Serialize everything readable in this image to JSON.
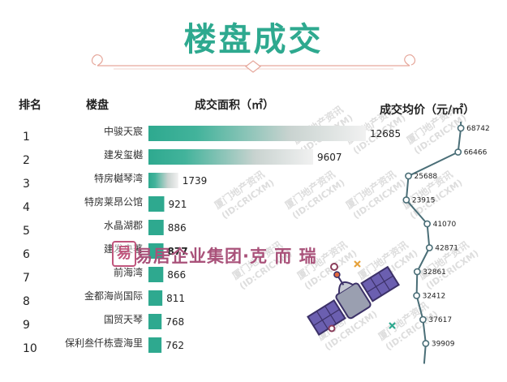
{
  "page_title": "楼盘成交",
  "headers": {
    "rank": "排名",
    "project": "楼盘",
    "area": "成交面积（㎡）",
    "price": "成交均价（元/㎡）"
  },
  "watermark": {
    "repeating": [
      "厦门地产资讯",
      "(ID:CRICXM)"
    ],
    "brand_logo": "易",
    "brand_text": "易居企业集团·克 而 瑞"
  },
  "colors": {
    "accent": "#2ea98f",
    "bar_fade": "#e9e9e9",
    "line": "#4a6e77",
    "title_ornament": "#e6a89c",
    "watermark": "#bdbdbd",
    "brand": "#a9527a"
  },
  "chart_data": [
    {
      "type": "bar",
      "orientation": "horizontal",
      "title": "成交面积（㎡）",
      "ranks": [
        "1",
        "2",
        "3",
        "4",
        "5",
        "6",
        "7",
        "8",
        "9",
        "10"
      ],
      "categories": [
        "中骏天宸",
        "建发玺樾",
        "特房樾琴湾",
        "特房莱昂公馆",
        "水晶湖郡",
        "建发央著",
        "前海湾",
        "金都海尚国际",
        "国贸天琴",
        "保利叁仟栋壹海里"
      ],
      "values": [
        12685,
        9607,
        1739,
        921,
        886,
        877,
        866,
        811,
        768,
        762
      ]
    },
    {
      "type": "line",
      "title": "成交均价（元/㎡）",
      "categories": [
        "中骏天宸",
        "建发玺樾",
        "特房樾琴湾",
        "特房莱昂公馆",
        "水晶湖郡",
        "建发央著",
        "前海湾",
        "金都海尚国际",
        "国贸天琴",
        "保利叁仟栋壹海里"
      ],
      "values": [
        68742,
        66466,
        25688,
        23915,
        41070,
        42871,
        32861,
        32412,
        37617,
        39909
      ]
    }
  ]
}
